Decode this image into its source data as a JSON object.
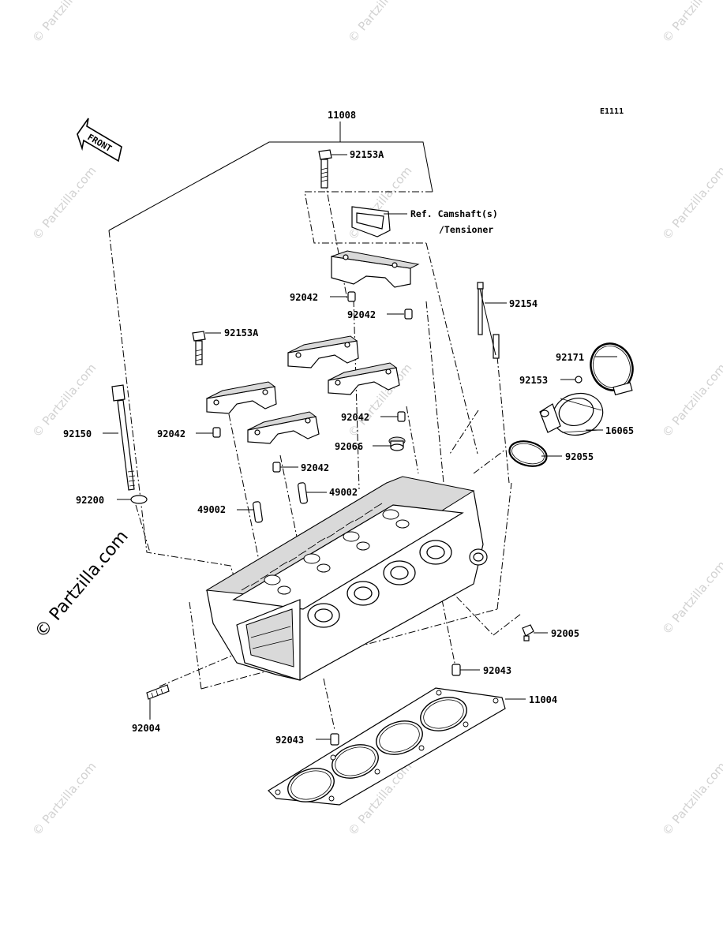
{
  "diagram": {
    "code": "E1111",
    "front_label": "FRONT",
    "watermark_small": "© Partzilla.com",
    "watermark_large": "© Partzilla.com",
    "ref_note": {
      "line1": "Ref. Camshaft(s)",
      "line2": "/Tensioner"
    },
    "labels": {
      "p11008": "11008",
      "p92153A_top": "92153A",
      "p92042_a": "92042",
      "p92042_b": "92042",
      "p92154": "92154",
      "p92153A_mid": "92153A",
      "p92171": "92171",
      "p92153": "92153",
      "p92150": "92150",
      "p92042_c": "92042",
      "p92042_d": "92042",
      "p16065": "16065",
      "p92066": "92066",
      "p92042_e": "92042",
      "p92055": "92055",
      "p92200": "92200",
      "p49002_a": "49002",
      "p49002_b": "49002",
      "p92005": "92005",
      "p92043_a": "92043",
      "p11004": "11004",
      "p92004": "92004",
      "p92043_b": "92043"
    }
  }
}
